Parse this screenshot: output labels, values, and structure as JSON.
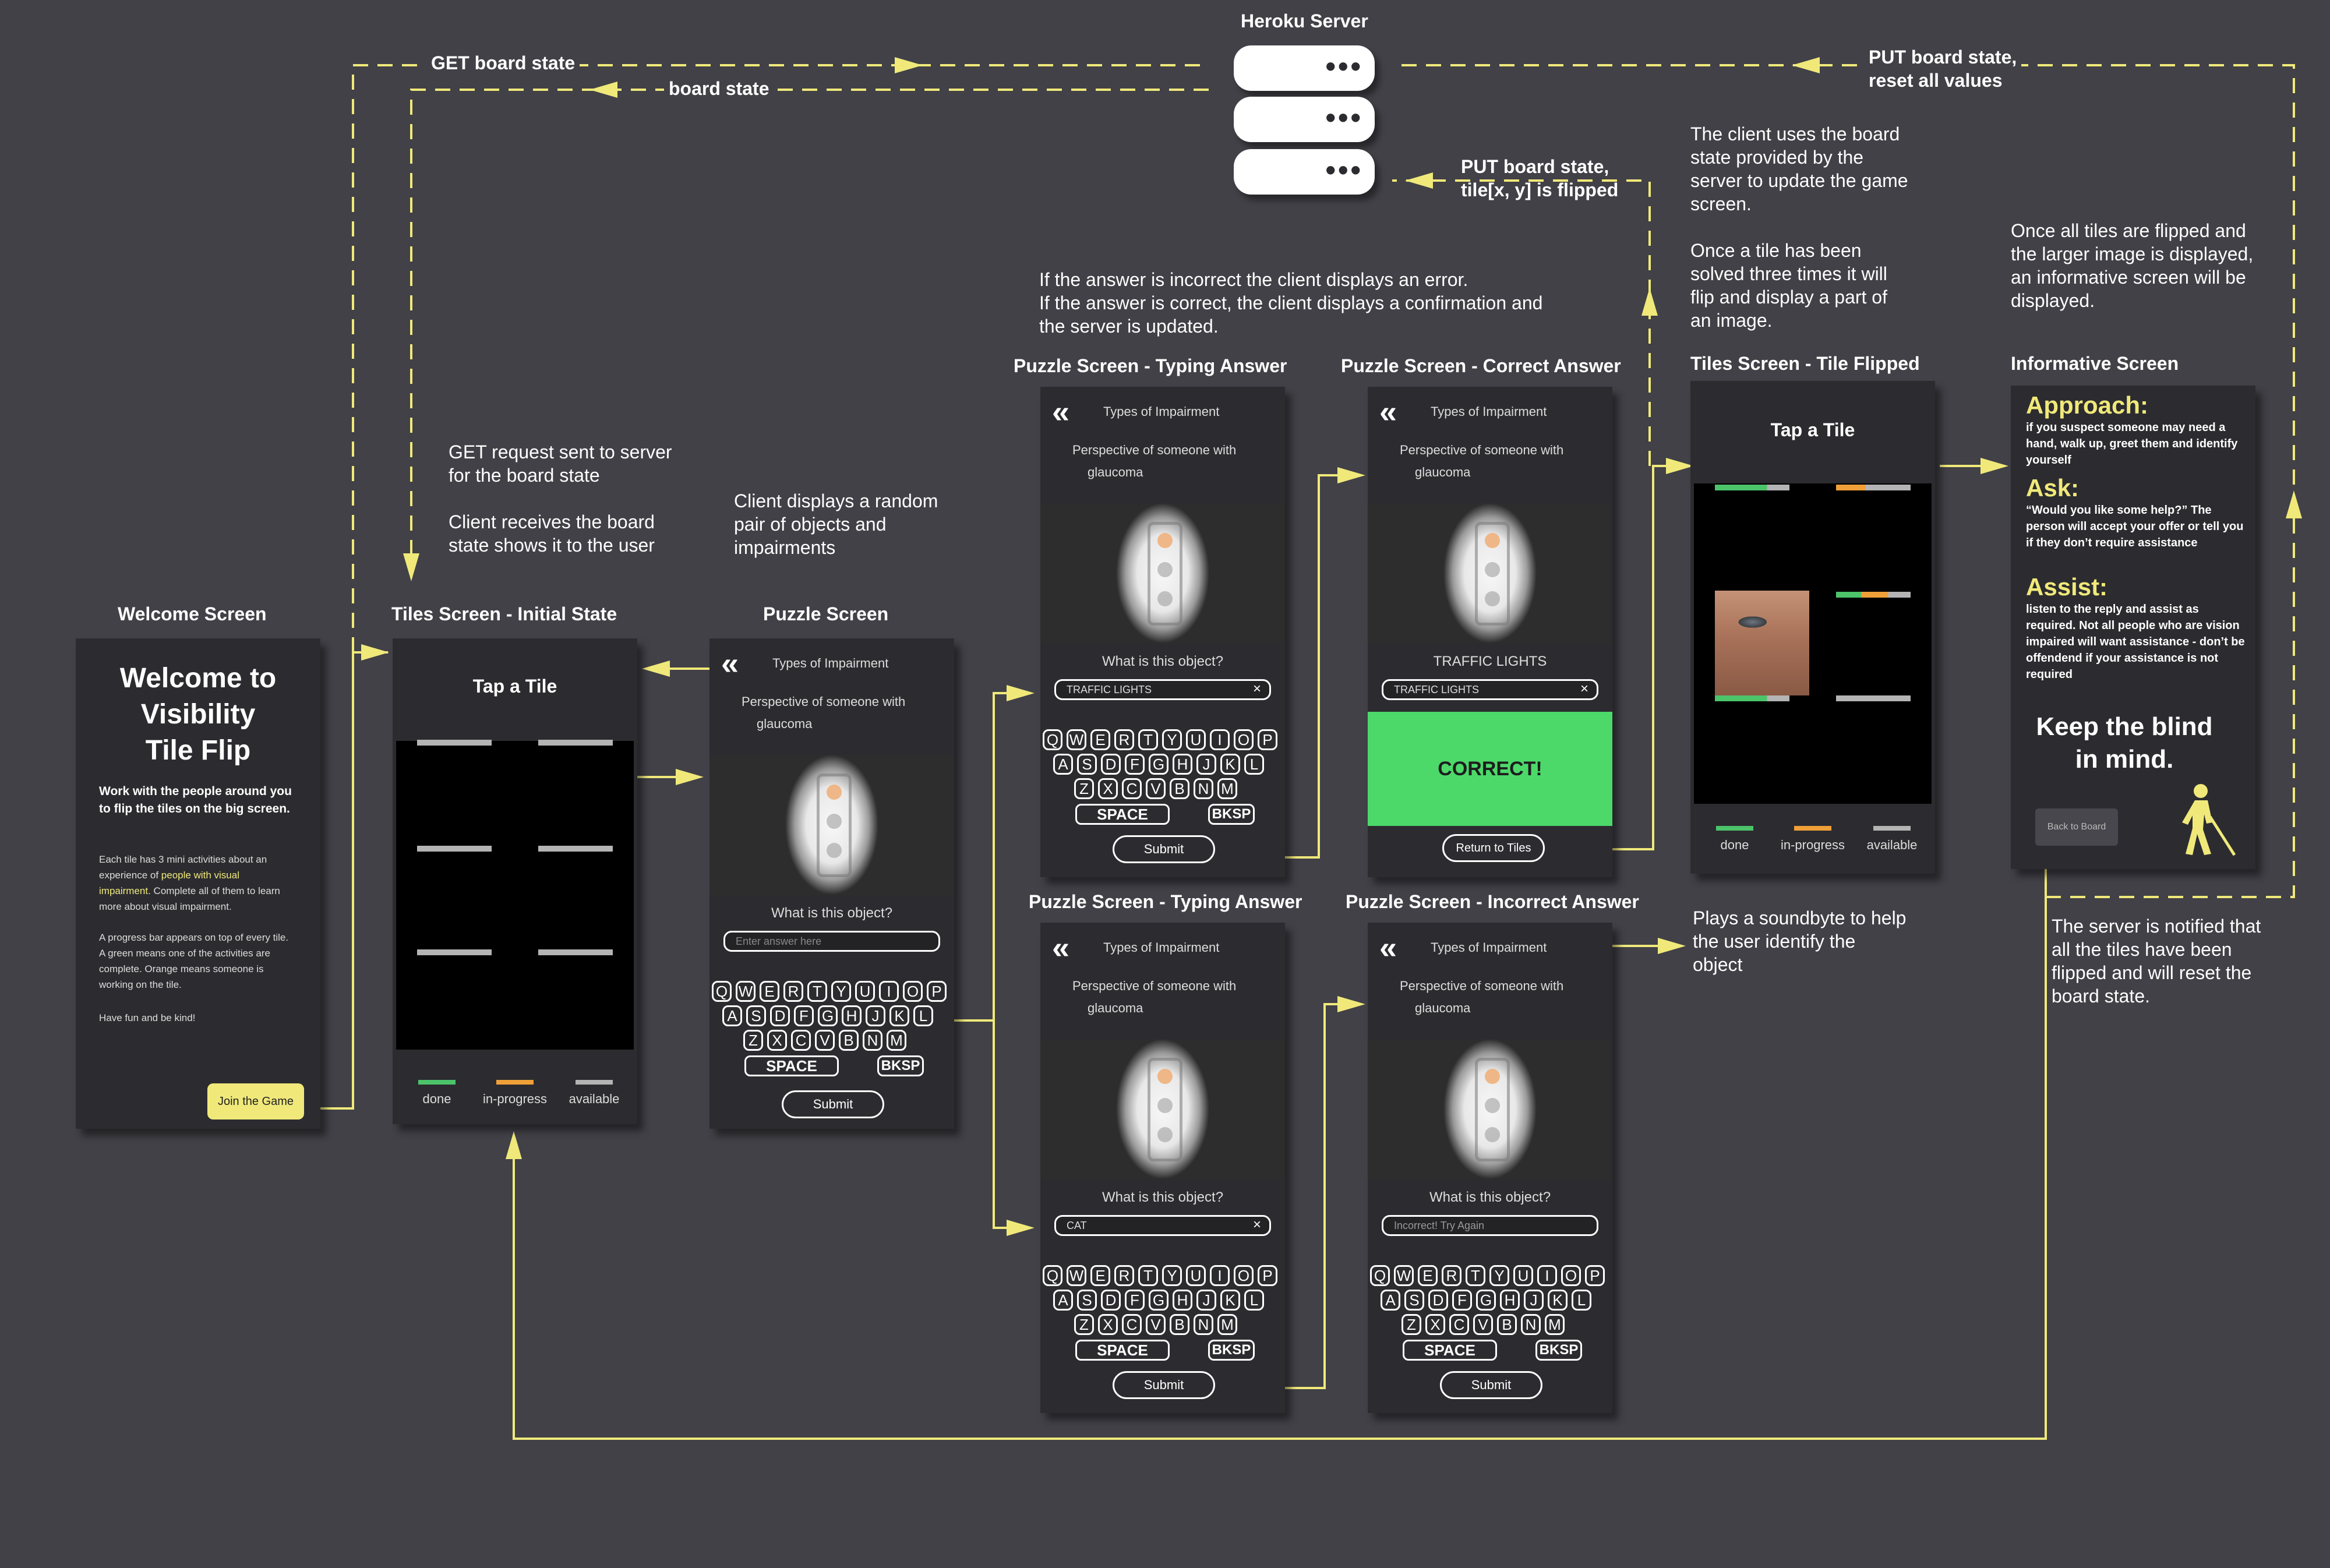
{
  "colors": {
    "background": "#414147",
    "panel": "#2c2c30",
    "accent_yellow": "#f0e97a",
    "done": "#4cc46a",
    "in_progress": "#f0a038",
    "available": "#b4b4b4",
    "correct_bg": "#4cd96a"
  },
  "server": {
    "title": "Heroku Server"
  },
  "arrows": {
    "get_board_state": "GET board state",
    "board_state": "board state",
    "put_reset_1": "PUT board state,",
    "put_reset_2": "reset all values",
    "put_flip_1": "PUT board state,",
    "put_flip_2": "tile[x, y] is flipped"
  },
  "notes": {
    "get_request": [
      "GET request sent to server",
      "for the board state",
      "",
      "Client receives the board",
      "state shows it to the user"
    ],
    "random_pair": [
      "Client displays a random",
      "pair of objects and",
      "impairments"
    ],
    "answer_check": [
      "If the answer is incorrect the client displays an error.",
      "If the answer is correct, the client displays a confirmation and",
      "the server is updated."
    ],
    "client_update": [
      "The client uses the board",
      "state provided by the",
      "server to update the game",
      "screen.",
      "",
      "Once a tile has been",
      "solved three times it will",
      "flip and display a part of",
      "an image."
    ],
    "all_flipped": [
      "Once all tiles are flipped and",
      "the larger image is displayed,",
      "an informative screen will be",
      "displayed."
    ],
    "soundbyte": [
      "Plays a soundbyte to help",
      "the user identify the",
      "object"
    ],
    "server_notified": [
      "The server is notified that",
      "all the tiles have been",
      "flipped and will reset the",
      "board state."
    ]
  },
  "screen_titles": {
    "welcome": "Welcome Screen",
    "tiles_initial": "Tiles Screen - Initial State",
    "puzzle": "Puzzle Screen",
    "typing1": "Puzzle Screen - Typing Answer",
    "correct": "Puzzle Screen - Correct Answer",
    "flipped": "Tiles Screen - Tile Flipped",
    "informative": "Informative Screen",
    "typing2": "Puzzle Screen - Typing Answer",
    "incorrect": "Puzzle Screen - Incorrect Answer"
  },
  "welcome": {
    "heading_1": "Welcome to",
    "heading_2": "Visibility",
    "heading_3": "Tile Flip",
    "lead": "Work with the people around you to flip the tiles on the big screen.",
    "p1_a": "Each tile has 3 mini activities about an experience of ",
    "p1_highlight": "people with visual impairment",
    "p1_b": ". Complete all of them to learn more about visual impairment.",
    "p2": "A progress bar appears on top of every tile. A green means one of the activities are complete. Orange means someone is working on the tile.",
    "p3": "Have fun and be kind!",
    "join_button": "Join the Game"
  },
  "tiles": {
    "heading": "Tap a Tile",
    "legend_done": "done",
    "legend_in_progress": "in-progress",
    "legend_available": "available"
  },
  "puzzle": {
    "header": "Types of Impairment",
    "sub_1": "Perspective of someone with",
    "sub_2": "glaucoma",
    "question": "What is this object?",
    "placeholder": "Enter answer here",
    "typed_traffic": "TRAFFIC LIGHTS",
    "typed_cat": "CAT",
    "incorrect_text": "Incorrect! Try Again",
    "answer_label": "TRAFFIC LIGHTS",
    "correct_banner": "CORRECT!",
    "submit": "Submit",
    "return": "Return to Tiles",
    "keyboard": {
      "row1": [
        "Q",
        "W",
        "E",
        "R",
        "T",
        "Y",
        "U",
        "I",
        "O",
        "P"
      ],
      "row2": [
        "A",
        "S",
        "D",
        "F",
        "G",
        "H",
        "J",
        "K",
        "L"
      ],
      "row3": [
        "Z",
        "X",
        "C",
        "V",
        "B",
        "N",
        "M"
      ],
      "space": "SPACE",
      "bksp": "BKSP"
    }
  },
  "informative": {
    "approach_title": "Approach:",
    "approach_text": "if you suspect someone may need a hand, walk up, greet them and identify yourself",
    "ask_title": "Ask:",
    "ask_text": "“Would you like some help?” The person will accept your offer or tell you if they don’t require assistance",
    "assist_title": "Assist:",
    "assist_text": "listen to the reply and assist as required. Not all people who are vision impaired will want assistance - don’t be offendend if your assistance is not required",
    "slogan_1": "Keep the blind",
    "slogan_2": "in mind.",
    "back_button": "Back to Board"
  }
}
